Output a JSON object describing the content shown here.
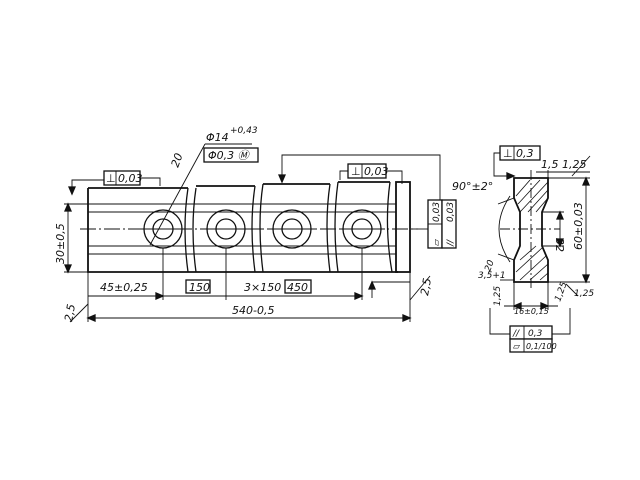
{
  "dimensions": {
    "hole_diameter": "Φ14",
    "hole_tolerance": "+0,43",
    "position_tolerance": "Φ0,3 Ⓜ",
    "chamfer_main": "20",
    "height_30": "30±0,5",
    "pitch_45": "45±0,25",
    "pitch_150": "150",
    "pitch_sum": "3×150 =",
    "pitch_sum_box": "450",
    "overall_length": "540-0,5",
    "edge_25_left": "2,5",
    "edge_25_right": "2,5",
    "angle": "90°±2°",
    "sec_15": "1,5",
    "sec_125_top": "1,25",
    "sec_32": "32",
    "sec_60": "60±0,03",
    "sec_20": "20",
    "sec_35": "3,5+1",
    "sec_125_bl": "1,25",
    "sec_16": "16±0,15",
    "sec_125_bm": "1,25",
    "sec_125_br": "1,25"
  },
  "tolerance_frames": {
    "perp_main_left": {
      "symbol": "⊥",
      "value": "0,03"
    },
    "perp_main_right": {
      "symbol": "⊥",
      "value": "0,03"
    },
    "flat_vert": {
      "symbol": "▱",
      "value": "0,03"
    },
    "parallel_vert": {
      "symbol": "//",
      "value": "0,03"
    },
    "perp_section": {
      "symbol": "⊥",
      "value": "0,3"
    },
    "parallel_section": {
      "symbol": "//",
      "value": "0,3"
    },
    "flat_section": {
      "symbol": "▱",
      "value": "0,1/100"
    }
  },
  "colors": {
    "ink": "#111111",
    "paper": "#ffffff"
  }
}
